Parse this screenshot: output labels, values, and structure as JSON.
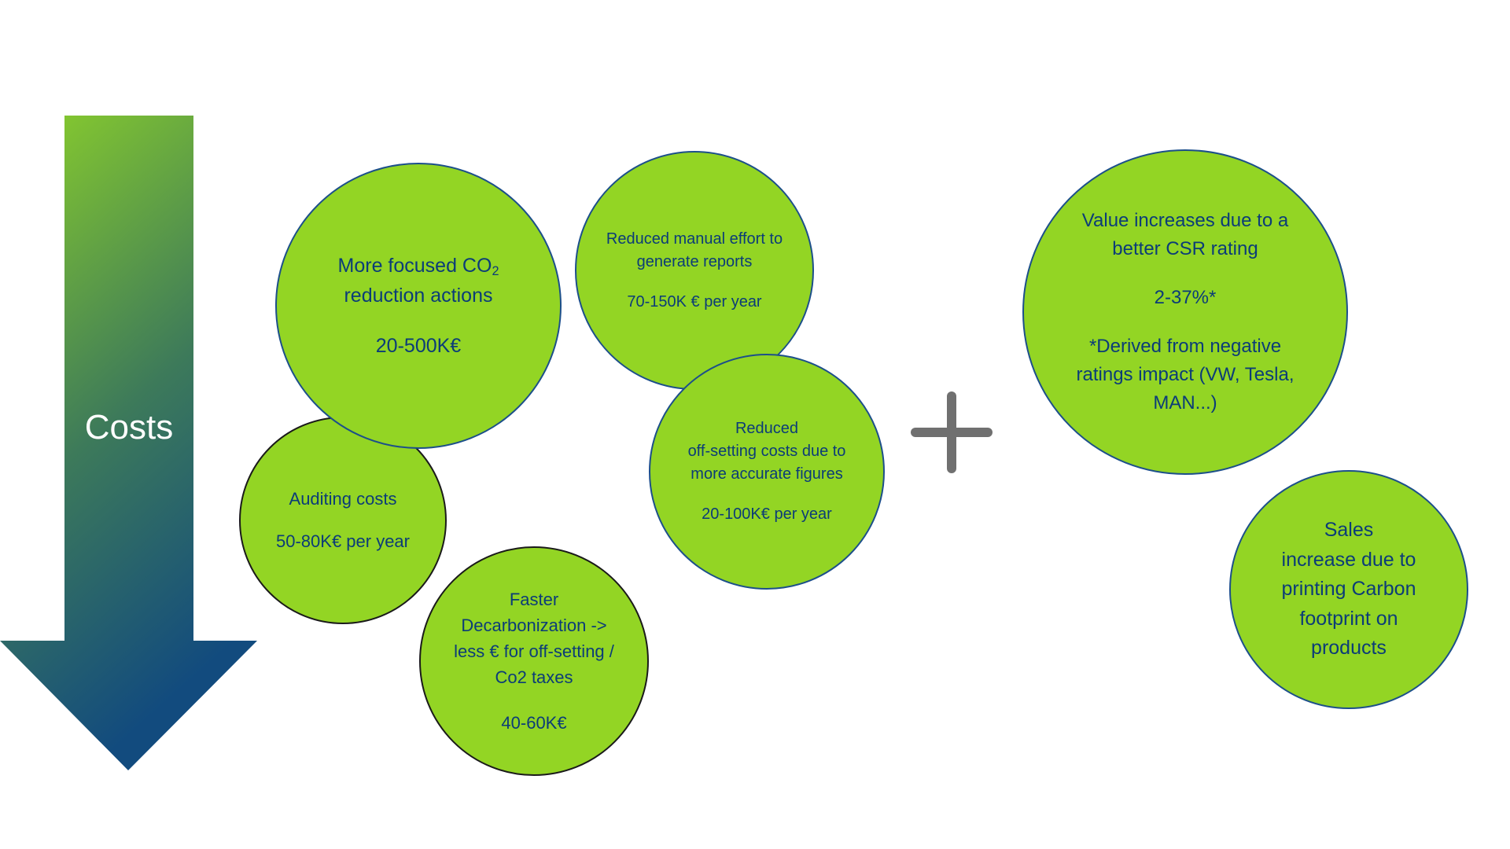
{
  "arrow": {
    "label": "Costs",
    "gradient_top": "#8dd12a",
    "gradient_bottom": "#124b7e"
  },
  "circles": {
    "co2_actions": {
      "line1": "More focused CO",
      "sub": "2",
      "line2": "reduction actions",
      "value": "20-500K€"
    },
    "manual_effort": {
      "line1": "Reduced manual effort to",
      "line2": "generate reports",
      "value": "70-150K € per year"
    },
    "auditing": {
      "line1": "Auditing costs",
      "value": "50-80K€ per year"
    },
    "offsetting": {
      "line1": "Reduced",
      "line2": "off-setting costs due to",
      "line3": "more accurate figures",
      "value": "20-100K€ per year"
    },
    "decarbonization": {
      "line1": "Faster",
      "line2": "Decarbonization ->",
      "line3": "less € for off-setting /",
      "line4": "Co2 taxes",
      "value": "40-60K€"
    },
    "csr_rating": {
      "line1": "Value increases due to a",
      "line2": "better CSR rating",
      "value": "2-37%*",
      "note1": "*Derived from negative",
      "note2": "ratings impact (VW, Tesla,",
      "note3": "MAN...)"
    },
    "sales": {
      "line1": "Sales",
      "line2": "increase due to",
      "line3": "printing Carbon",
      "line4": "footprint on",
      "line5": "products"
    }
  },
  "colors": {
    "circle_fill": "#93d524",
    "text": "#0b3c78",
    "plus": "#707070"
  }
}
